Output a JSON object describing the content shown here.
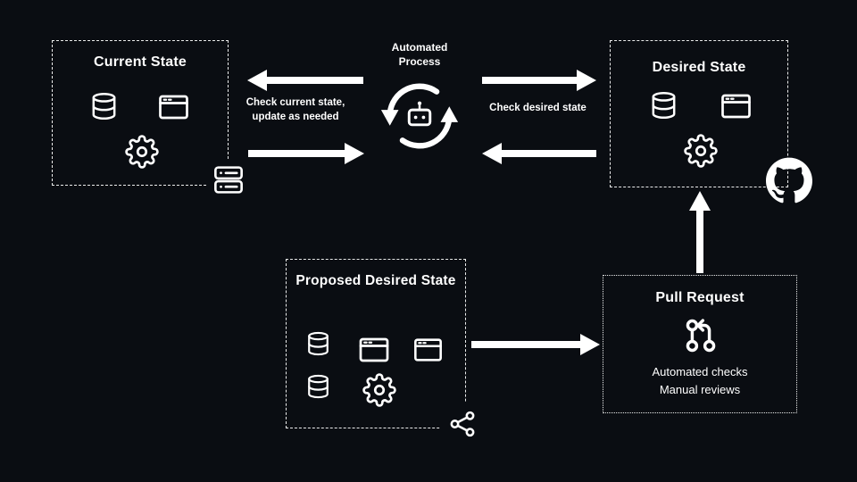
{
  "canvas": {
    "background": "#0a0d12",
    "foreground": "#ffffff"
  },
  "nodes": {
    "current_state": {
      "title": "Current State",
      "icons": [
        "database-icon",
        "browser-window-icon",
        "gear-icon"
      ],
      "corner_icon": "server-icon"
    },
    "automated_process": {
      "title": "Automated Process",
      "icon": "sync-loop-robot-icon"
    },
    "desired_state": {
      "title": "Desired State",
      "icons": [
        "database-icon",
        "browser-window-icon",
        "gear-icon"
      ],
      "corner_icon": "github-icon"
    },
    "proposed_desired_state": {
      "title": "Proposed Desired State",
      "icons": [
        "database-icon",
        "browser-window-icon",
        "browser-window-icon",
        "database-icon",
        "gear-icon"
      ],
      "corner_icon": "git-branch-icon"
    },
    "pull_request": {
      "title": "Pull Request",
      "icon": "git-pull-request-icon",
      "items": [
        "Automated checks",
        "Manual reviews"
      ]
    }
  },
  "edges": [
    {
      "from": "automated_process",
      "to": "current_state",
      "label": "Check current state, update as needed"
    },
    {
      "from": "automated_process",
      "to": "desired_state",
      "label": "Check desired state"
    },
    {
      "from": "proposed_desired_state",
      "to": "pull_request",
      "label": ""
    },
    {
      "from": "pull_request",
      "to": "desired_state",
      "label": ""
    }
  ]
}
